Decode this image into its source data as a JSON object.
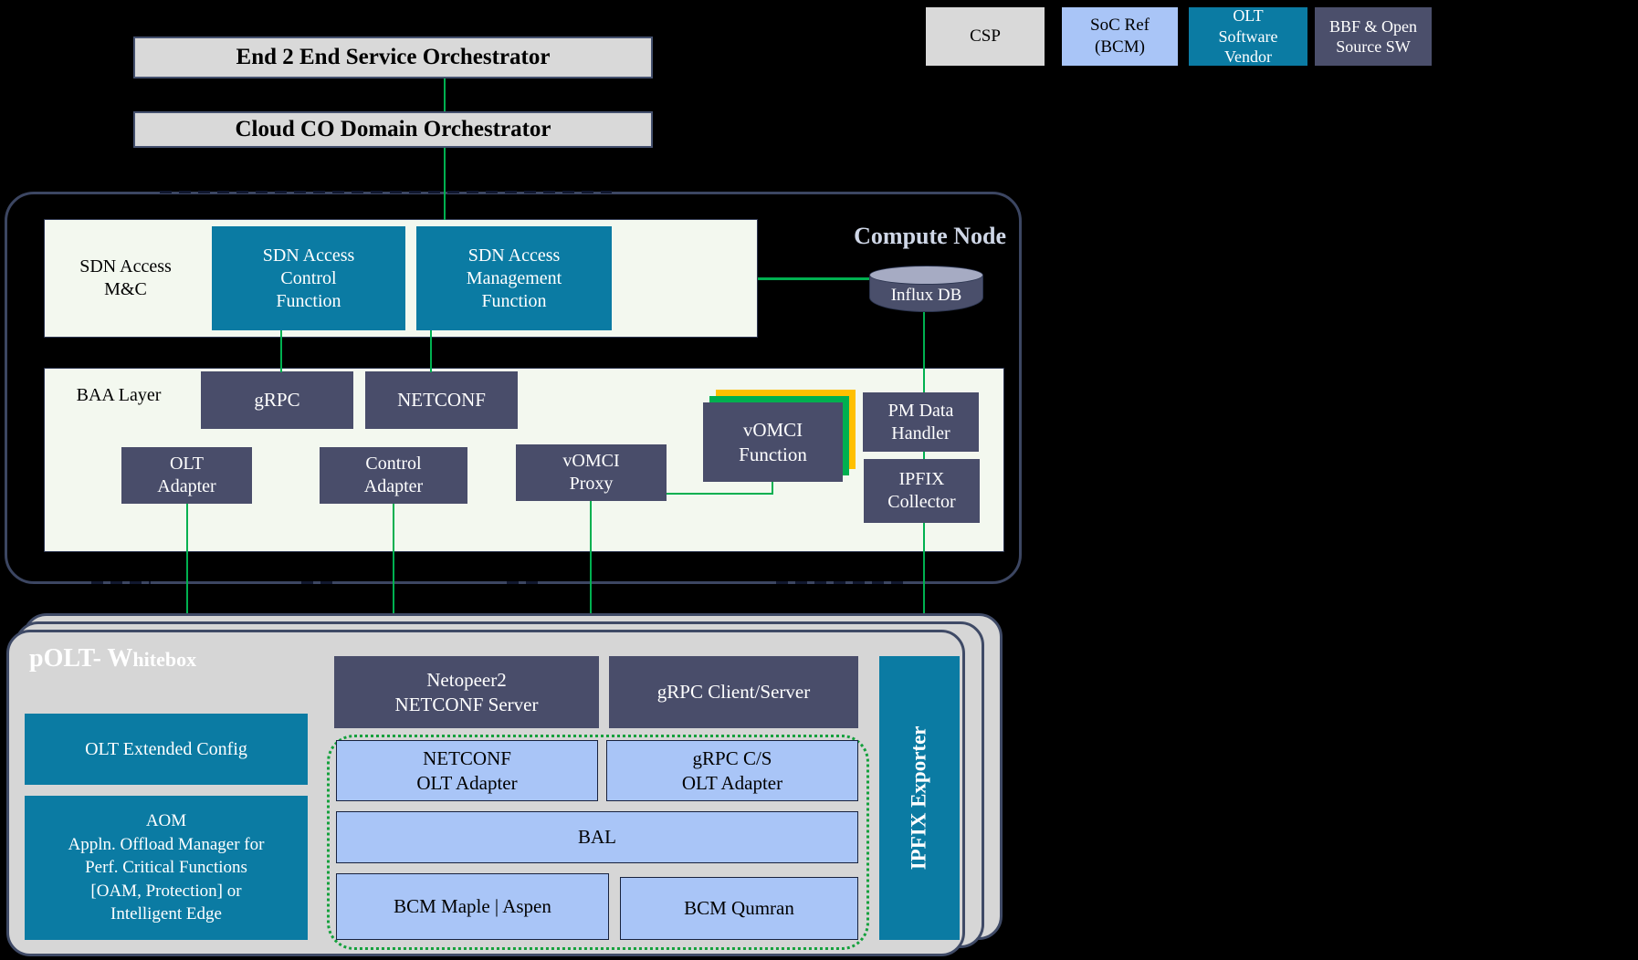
{
  "orchestrators": {
    "e2e_label": "End 2 End Service Orchestrator",
    "cloud_co_label": "Cloud CO Domain Orchestrator"
  },
  "legend": {
    "items": [
      {
        "label": "CSP",
        "color": "#d9d9d9",
        "text_color": "#000000"
      },
      {
        "label": "SoC Ref\n(BCM)",
        "color": "#a9c5f7",
        "text_color": "#000000"
      },
      {
        "label": "OLT\nSoftware\nVendor",
        "color": "#0b7ba3",
        "text_color": "#ffffff"
      },
      {
        "label": "BBF & Open\nSource SW",
        "color": "#4b4f6b",
        "text_color": "#ffffff"
      }
    ]
  },
  "compute_node": {
    "title": "Compute Node",
    "influx_db_label": "Influx DB",
    "sdn_section": {
      "label": "SDN Access\nM&C",
      "control_function": "SDN Access\nControl\nFunction",
      "management_function": "SDN Access\nManagement\nFunction"
    },
    "baa_layer": {
      "label": "BAA Layer",
      "grpc": "gRPC",
      "netconf": "NETCONF",
      "olt_adapter": "OLT\nAdapter",
      "control_adapter": "Control\nAdapter",
      "vomci_proxy": "vOMCI\nProxy",
      "vomci_function": "vOMCI\nFunction",
      "pm_data_handler": "PM Data\nHandler",
      "ipfix_collector": "IPFIX\nCollector"
    }
  },
  "polt": {
    "title_large": "pOLT- W",
    "title_small": "hitebox",
    "olt_extended_config": "OLT Extended Config",
    "aom": "AOM\nAppln. Offload Manager for\nPerf. Critical Functions\n[OAM, Protection] or\nIntelligent Edge",
    "netopeer": "Netopeer2\nNETCONF Server",
    "grpc_client_server": "gRPC Client/Server",
    "netconf_olt_adapter": "NETCONF\nOLT Adapter",
    "grpc_cs_olt_adapter": "gRPC C/S\nOLT Adapter",
    "bal": "BAL",
    "bcm_maple": "BCM Maple | Aspen",
    "bcm_qumran": "BCM Qumran",
    "ipfix_exporter": "IPFIX Exporter"
  },
  "colors": {
    "teal": "#0b7ba3",
    "slate": "#494d6a",
    "light_blue": "#a9c5f7",
    "light_gray": "#d9d9d9",
    "ivory_panel": "#f3f8ef",
    "connector_green": "#00b050",
    "stack_green": "#00b050",
    "stack_yellow": "#ffc000",
    "container_border_navy": "#3c4662",
    "compute_node_text": "#cfd7e7"
  }
}
